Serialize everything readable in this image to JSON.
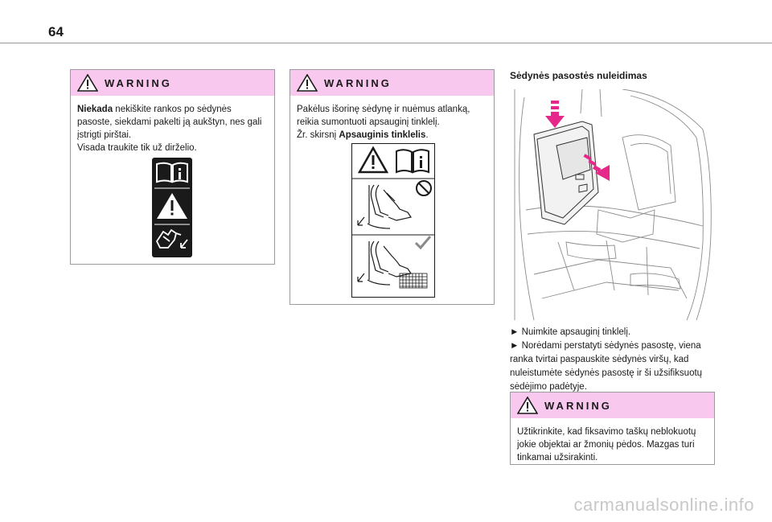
{
  "page_number": "64",
  "warning1": {
    "title": "WARNING",
    "bold_lead": "Niekada",
    "text1": " nekiškite rankos po sėdynės pasoste, siekdami pakelti ją aukštyn, nes gali įstrigti pirštai.",
    "text2": "Visada traukite tik už dirželio."
  },
  "warning2": {
    "title": "WARNING",
    "text1": "Pakėlus išorinę sėdynę ir nuėmus atlanką, reikia sumontuoti apsauginį tinklelį.",
    "text2_prefix": "Žr. skirsnį ",
    "text2_bold": "Apsauginis tinklelis",
    "text2_suffix": "."
  },
  "section": {
    "title": "Sėdynės pasostės nuleidimas"
  },
  "instructions": [
    "► Nuimkite apsauginį tinklelį.",
    "► Norėdami perstatyti sėdynės pasostę, viena ranka tvirtai paspauskite sėdynės viršų, kad nuleistumėte sėdynės pasostę ir ši užsifiksuotų sėdėjimo padėtyje."
  ],
  "warning3": {
    "title": "WARNING",
    "text": "Užtikrinkite, kad fiksavimo taškų neblokuotų jokie objektai ar žmonių pėdos. Mazgas turi tinkamai užsirakinti."
  },
  "watermark": "carmanualsonline.info",
  "icons": [
    "warning-triangle-icon",
    "manual-book-icon",
    "hand-pinch-icon",
    "no-entry-icon",
    "check-icon"
  ],
  "colors": {
    "warning_header": "#f9c8ee",
    "arrow": "#e5288a"
  }
}
